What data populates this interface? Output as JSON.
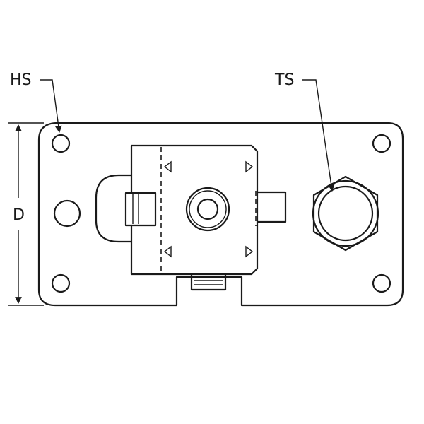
{
  "labels": {
    "hole_spacing": "HS",
    "thread_size": "TS",
    "depth": "D"
  },
  "colors": {
    "line": "#1a1a1a",
    "background": "#ffffff"
  }
}
